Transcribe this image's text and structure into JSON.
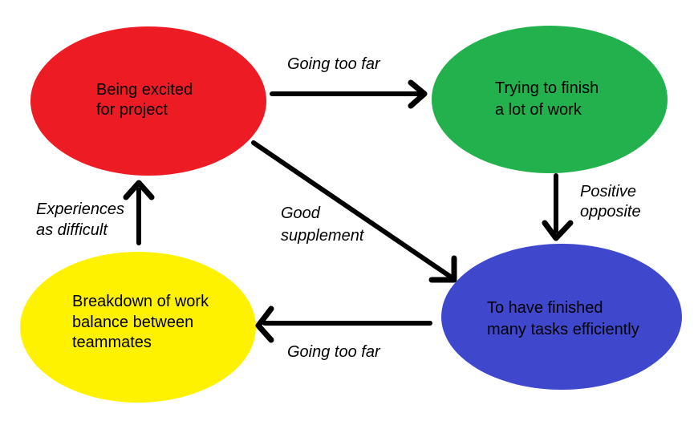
{
  "canvas": {
    "background": "#ffffff",
    "arrow_color": "#000000",
    "text_color": "#000000"
  },
  "nodes": [
    {
      "id": "being-excited",
      "color": "#ed1c24",
      "lines": [
        "Being excited",
        "for project"
      ]
    },
    {
      "id": "trying-finish",
      "color": "#22b14c",
      "lines": [
        "Trying to finish",
        "a lot of work"
      ]
    },
    {
      "id": "finished-tasks",
      "color": "#3f48cc",
      "lines": [
        "To have finished",
        "many tasks efficiently"
      ]
    },
    {
      "id": "work-breakdown",
      "color": "#fff200",
      "lines": [
        "Breakdown of work",
        "balance between",
        "teammates"
      ]
    }
  ],
  "edges": [
    {
      "from": "being-excited",
      "to": "trying-finish",
      "label_lines": [
        "Going too far"
      ]
    },
    {
      "from": "trying-finish",
      "to": "finished-tasks",
      "label_lines": [
        "Positive",
        "opposite"
      ]
    },
    {
      "from": "being-excited",
      "to": "finished-tasks",
      "label_lines": [
        "Good",
        "supplement"
      ]
    },
    {
      "from": "finished-tasks",
      "to": "work-breakdown",
      "label_lines": [
        "Going too far"
      ]
    },
    {
      "from": "work-breakdown",
      "to": "being-excited",
      "label_lines": [
        "Experiences",
        "as difficult"
      ]
    }
  ]
}
